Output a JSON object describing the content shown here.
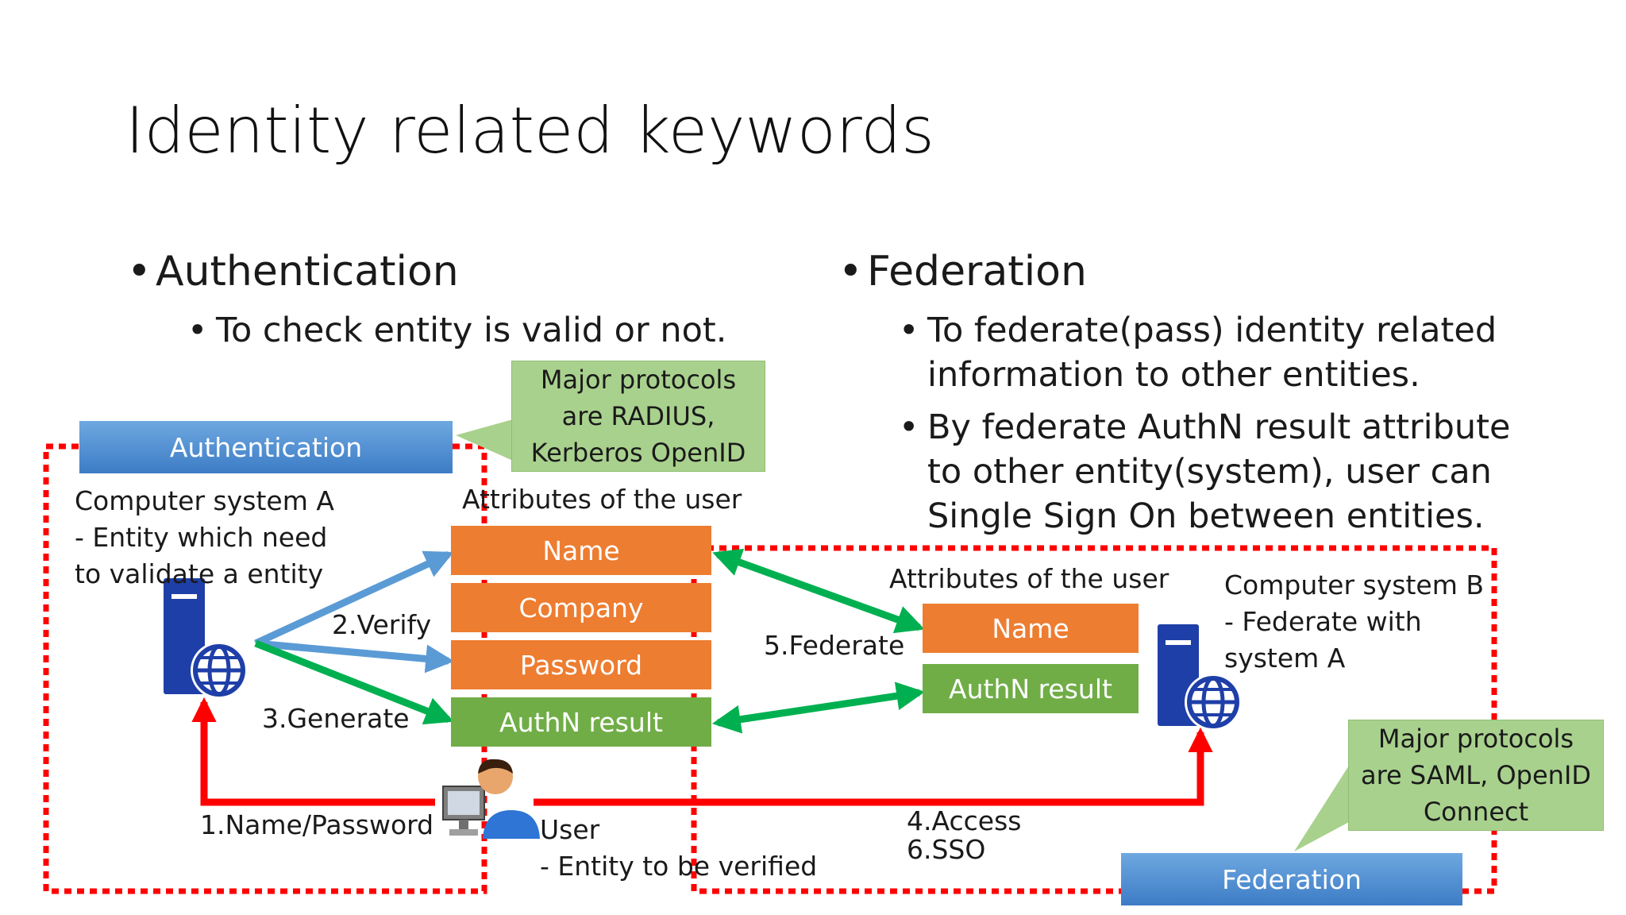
{
  "slide": {
    "title": "Identity related keywords"
  },
  "left_section": {
    "heading": "Authentication",
    "sub": "To check entity is valid or not."
  },
  "right_section": {
    "heading": "Federation",
    "subs": [
      [
        "To federate(pass) identity related",
        "information to other entities."
      ],
      [
        "By federate AuthN result attribute",
        "to other entity(system), user can",
        "Single Sign On between entities."
      ]
    ]
  },
  "diagram": {
    "auth_banner": "Authentication",
    "fed_banner": "Federation",
    "callout_auth": [
      "Major protocols",
      "are RADIUS,",
      "Kerberos OpenID"
    ],
    "callout_fed": [
      "Major protocols",
      "are SAML, OpenID",
      "Connect"
    ],
    "system_a": [
      "Computer system A",
      "- Entity which need",
      "to validate a entity"
    ],
    "system_b": [
      "Computer system B",
      "- Federate with",
      "system A"
    ],
    "attrs_label_left": "Attributes of the user",
    "attrs_label_right": "Attributes of the user",
    "left_attrs": [
      "Name",
      "Company",
      "Password",
      "AuthN result"
    ],
    "right_attrs": [
      "Name",
      "AuthN result"
    ],
    "steps": {
      "verify": "2.Verify",
      "generate": "3.Generate",
      "federate": "5.Federate",
      "name_password": "1.Name/Password",
      "access": "4.Access",
      "sso": "6.SSO"
    },
    "user": [
      "User",
      "- Entity to be verified"
    ]
  },
  "colors": {
    "orange": "#ed7d31",
    "green": "#70ad47",
    "blue": "#4a86c8",
    "red": "#ff0000",
    "arrow_blue": "#5b9bd5",
    "arrow_green": "#00b050",
    "callout_green": "#a9d18e"
  },
  "icons": [
    "server-globe-icon",
    "user-at-computer-icon"
  ]
}
